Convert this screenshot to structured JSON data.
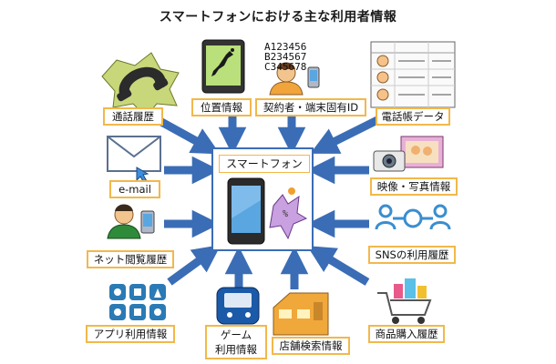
{
  "title": "スマートフォンにおける主な利用者情報",
  "center_label": "スマートフォン",
  "id_digits": [
    "A123456",
    "B234567",
    "C345678"
  ],
  "nodes": [
    {
      "key": "call",
      "label": "通話履歴"
    },
    {
      "key": "location",
      "label": "位置情報"
    },
    {
      "key": "contract",
      "label": "契約者・端末固有ID"
    },
    {
      "key": "phonebook",
      "label": "電話帳データ"
    },
    {
      "key": "email",
      "label": "e-mail"
    },
    {
      "key": "photo",
      "label": "映像・写真情報"
    },
    {
      "key": "browse",
      "label": "ネット閲覧履歴"
    },
    {
      "key": "sns",
      "label": "SNSの利用履歴"
    },
    {
      "key": "app",
      "label": "アプリ利用情報"
    },
    {
      "key": "game_line1",
      "label": "ゲーム"
    },
    {
      "key": "game_line2",
      "label": "利用情報"
    },
    {
      "key": "store",
      "label": "店舗検索情報"
    },
    {
      "key": "purchase",
      "label": "商品購入履歴"
    }
  ],
  "colors": {
    "arrow": "#3a6db5",
    "label_border": "#f2b84b",
    "center_border": "#3a6db5"
  }
}
